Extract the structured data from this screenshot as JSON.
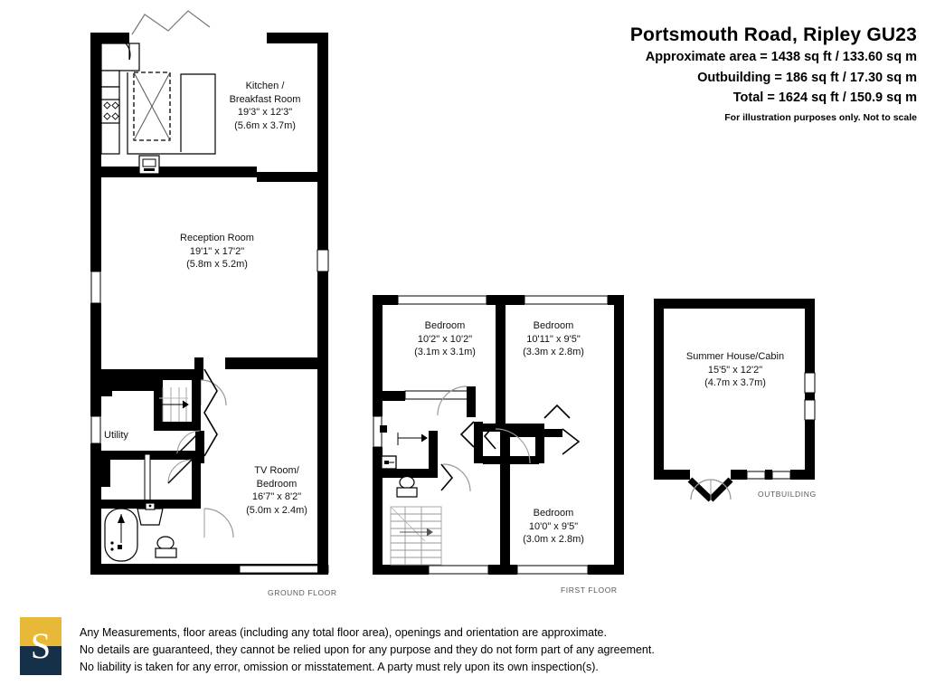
{
  "header": {
    "title": "Portsmouth Road, Ripley GU23",
    "approx_area": "Approximate area = 1438 sq ft / 133.60 sq m",
    "outbuilding_area": "Outbuilding = 186 sq ft / 17.30 sq m",
    "total_area": "Total = 1624 sq ft / 150.9 sq m",
    "disclaimer_note": "For illustration purposes only. Not to scale"
  },
  "floors": {
    "ground": {
      "caption": "GROUND FLOOR",
      "rooms": [
        {
          "id": "kitchen",
          "name": "Kitchen /",
          "name2": "Breakfast Room",
          "dim_imperial": "19'3\" x 12'3\"",
          "dim_metric": "(5.6m x 3.7m)"
        },
        {
          "id": "reception",
          "name": "Reception Room",
          "dim_imperial": "19'1\" x 17'2\"",
          "dim_metric": "(5.8m x 5.2m)"
        },
        {
          "id": "utility",
          "name": "Utility",
          "dim_imperial": "",
          "dim_metric": ""
        },
        {
          "id": "tv-room",
          "name": "TV Room/",
          "name2": "Bedroom",
          "dim_imperial": "16'7\" x 8'2\"",
          "dim_metric": "(5.0m x 2.4m)"
        }
      ]
    },
    "first": {
      "caption": "FIRST FLOOR",
      "rooms": [
        {
          "id": "bedroom-1",
          "name": "Bedroom",
          "dim_imperial": "10'2\" x 10'2\"",
          "dim_metric": "(3.1m x 3.1m)"
        },
        {
          "id": "bedroom-2",
          "name": "Bedroom",
          "dim_imperial": "10'11\" x 9'5\"",
          "dim_metric": "(3.3m x 2.8m)"
        },
        {
          "id": "bedroom-3",
          "name": "Bedroom",
          "dim_imperial": "10'0\" x 9'5\"",
          "dim_metric": "(3.0m x 2.8m)"
        }
      ]
    },
    "outbuilding": {
      "caption": "OUTBUILDING",
      "rooms": [
        {
          "id": "summer-house",
          "name": "Summer House/Cabin",
          "dim_imperial": "15'5\" x 12'2\"",
          "dim_metric": "(4.7m x 3.7m)"
        }
      ]
    }
  },
  "footer": {
    "logo_letter": "S",
    "line1": "Any Measurements, floor areas (including any total floor area), openings and orientation are approximate.",
    "line2": "No details are guaranteed, they cannot be relied upon for any purpose and they do not form part of any agreement.",
    "line3": "No liability is taken for any error, omission or misstatement. A party must rely upon its own inspection(s)."
  },
  "colors": {
    "wall": "#000000",
    "background": "#ffffff",
    "fixture_line": "#000000",
    "caption": "#585858",
    "logo_top": "#e8b838",
    "logo_bottom": "#16304a"
  }
}
